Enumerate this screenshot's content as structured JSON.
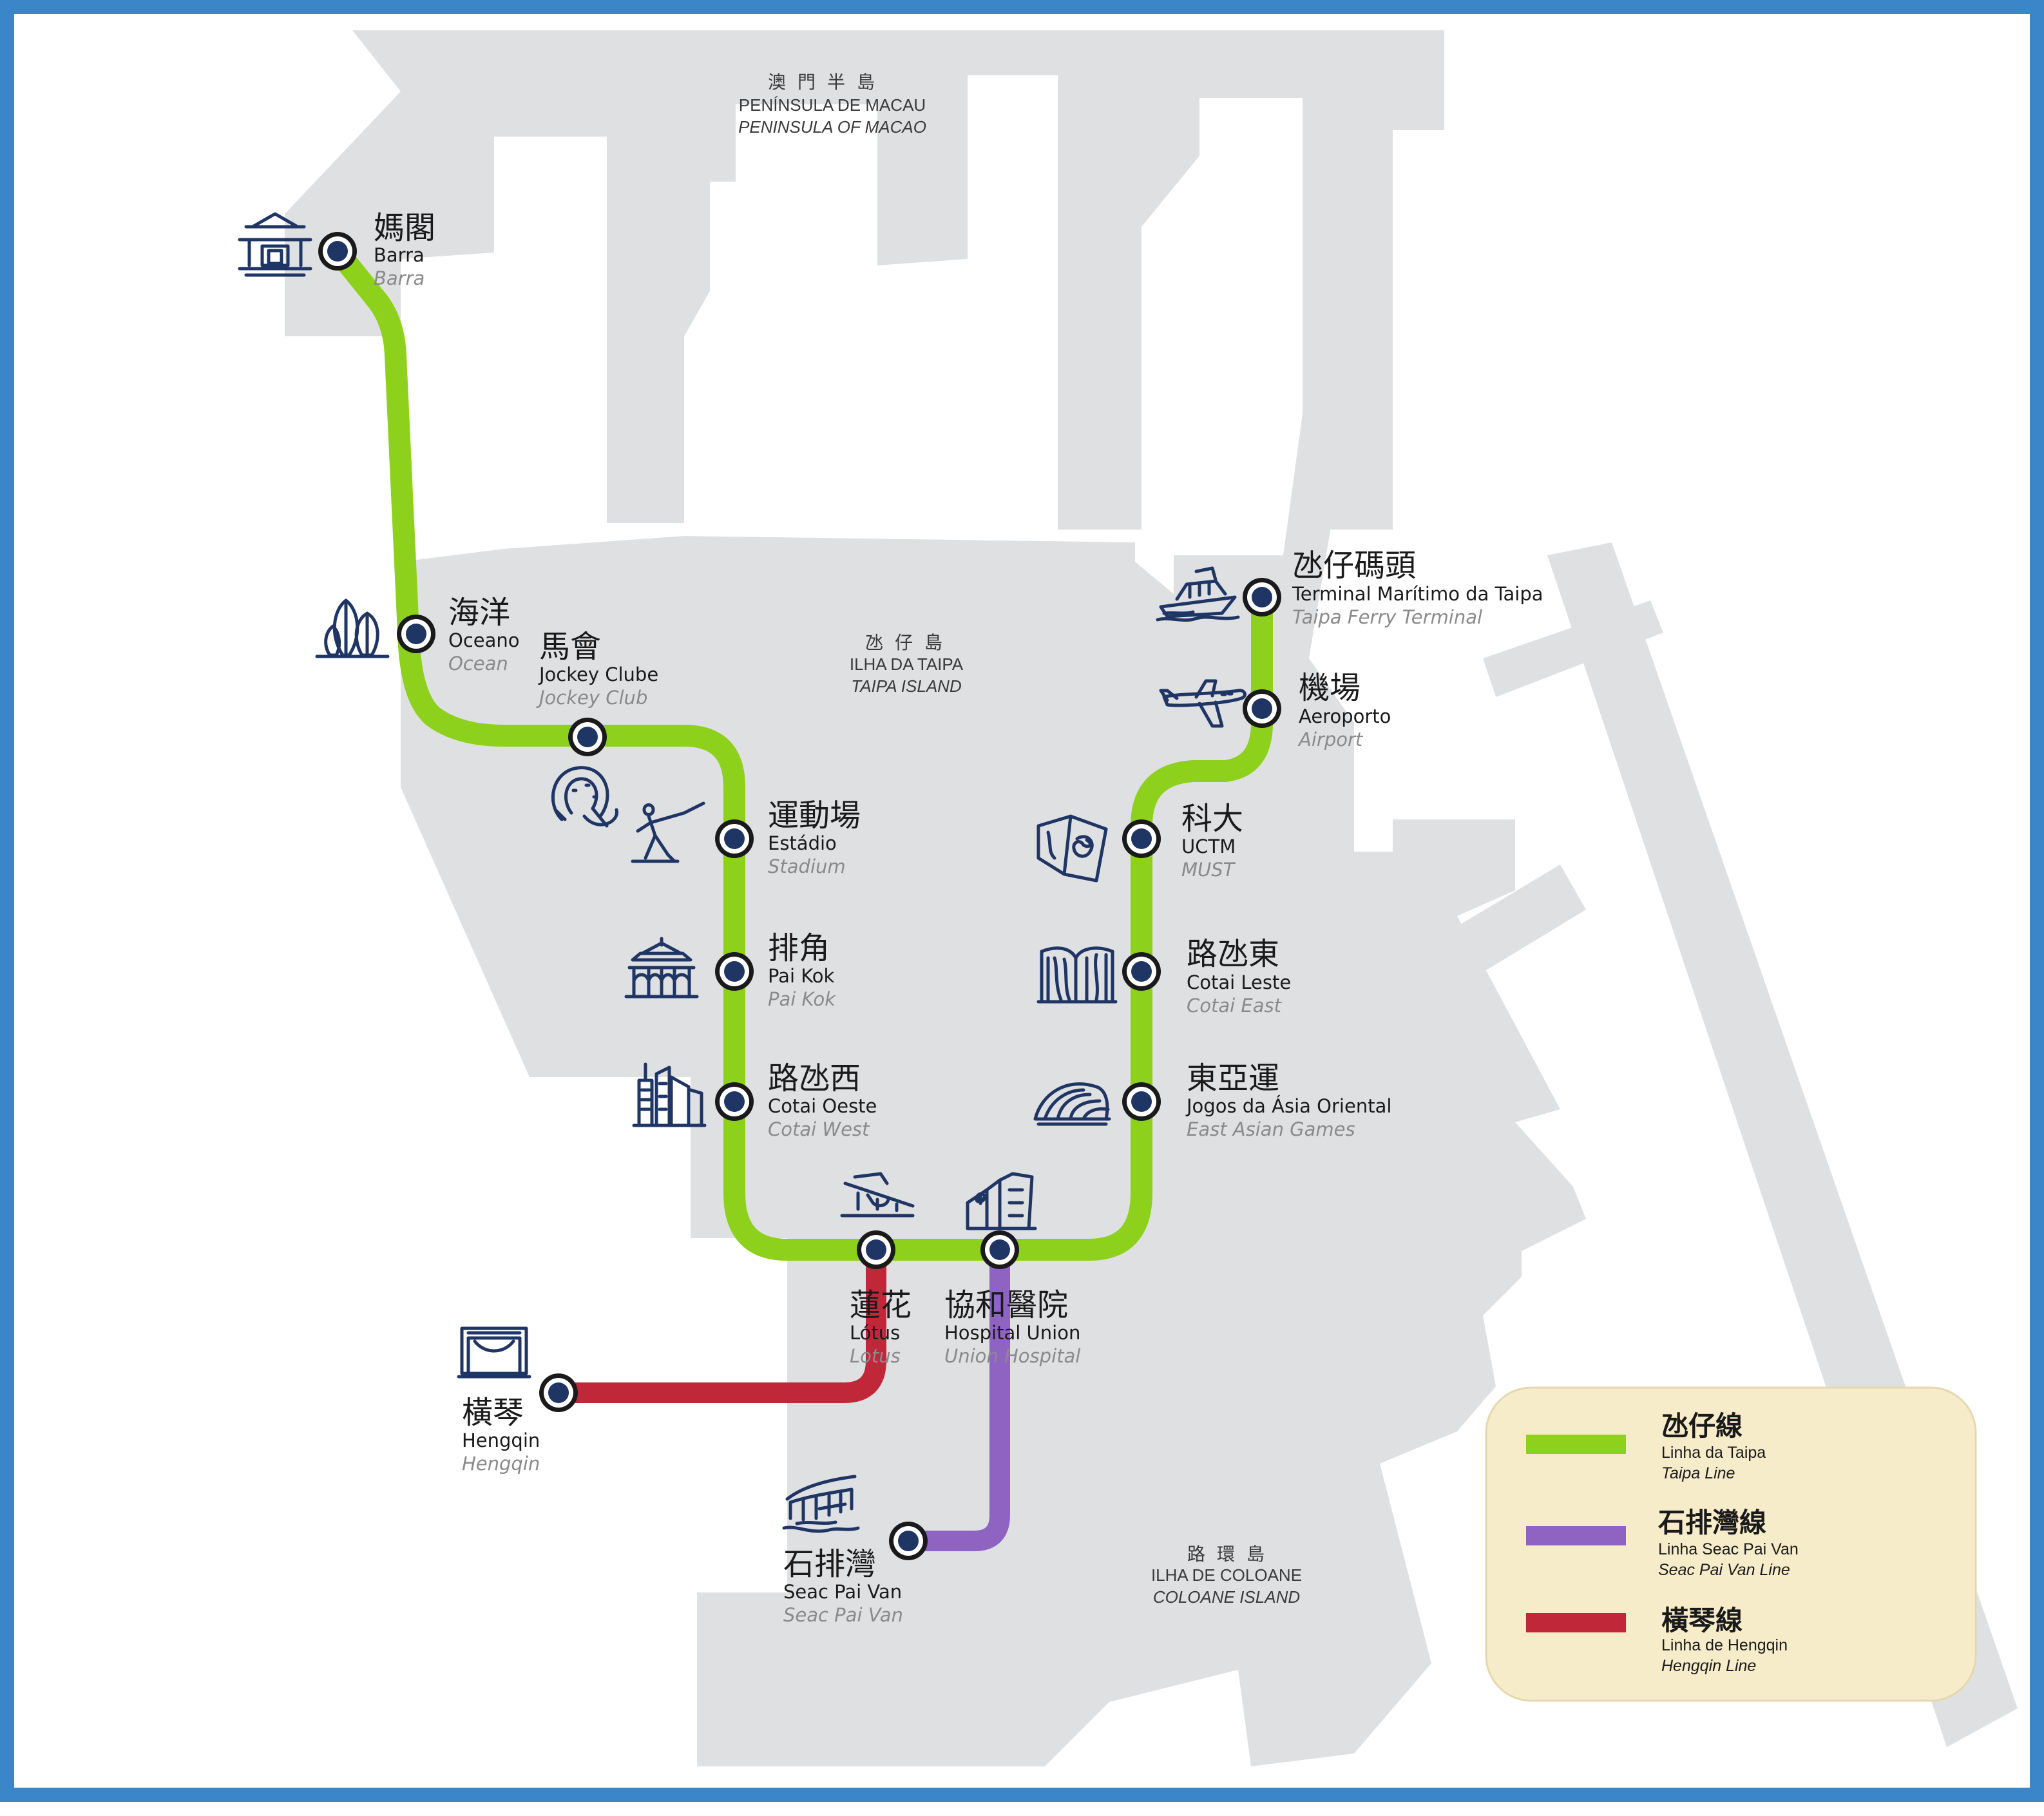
{
  "colors": {
    "border": "#3a86c8",
    "land": "#dfe0e2",
    "taipa_line": "#8ed11c",
    "seac_pai_van_line": "#8e63c2",
    "hengqin_line": "#c0283a",
    "station_fill": "#1f3564",
    "legend_bg": "#f7ecc9"
  },
  "areas": {
    "peninsula": {
      "zh": "澳門半島",
      "pt": "PENÍNSULA DE MACAU",
      "en": "PENINSULA OF MACAO"
    },
    "taipa": {
      "zh": "氹仔島",
      "pt": "ILHA DA TAIPA",
      "en": "TAIPA ISLAND"
    },
    "coloane": {
      "zh": "路環島",
      "pt": "ILHA DE COLOANE",
      "en": "COLOANE ISLAND"
    }
  },
  "stations": {
    "barra": {
      "zh": "媽閣",
      "pt": "Barra",
      "en": "Barra",
      "icon": "a-ma-temple-icon"
    },
    "oceano": {
      "zh": "海洋",
      "pt": "Oceano",
      "en": "Ocean",
      "icon": "ocean-towers-icon"
    },
    "jockey": {
      "zh": "馬會",
      "pt": "Jockey Clube",
      "en": "Jockey Club",
      "icon": "horseshoe-icon"
    },
    "estadio": {
      "zh": "運動場",
      "pt": "Estádio",
      "en": "Stadium",
      "icon": "fencer-icon"
    },
    "paikok": {
      "zh": "排角",
      "pt": "Pai Kok",
      "en": "Pai Kok",
      "icon": "pavilion-icon"
    },
    "cotaiwest": {
      "zh": "路氹西",
      "pt": "Cotai Oeste",
      "en": "Cotai West",
      "icon": "skyscrapers-icon"
    },
    "lotus": {
      "zh": "蓮花",
      "pt": "Lótus",
      "en": "Lotus",
      "icon": "lotus-bridge-icon"
    },
    "union": {
      "zh": "協和醫院",
      "pt": "Hospital Union",
      "en": "Union Hospital",
      "icon": "hospital-icon"
    },
    "ferry": {
      "zh": "氹仔碼頭",
      "pt": "Terminal Marítimo da Taipa",
      "en": "Taipa Ferry Terminal",
      "icon": "ferry-icon"
    },
    "airport": {
      "zh": "機場",
      "pt": "Aeroporto",
      "en": "Airport",
      "icon": "airplane-icon"
    },
    "uctm": {
      "zh": "科大",
      "pt": "UCTM",
      "en": "MUST",
      "icon": "university-book-icon"
    },
    "cotaieast": {
      "zh": "路氹東",
      "pt": "Cotai Leste",
      "en": "Cotai East",
      "icon": "open-book-building-icon"
    },
    "eastasian": {
      "zh": "東亞運",
      "pt": "Jogos da Ásia Oriental",
      "en": "East Asian Games",
      "icon": "dome-arena-icon"
    },
    "hengqin": {
      "zh": "橫琴",
      "pt": "Hengqin",
      "en": "Hengqin",
      "icon": "border-gate-icon"
    },
    "seacpaivan": {
      "zh": "石排灣",
      "pt": "Seac Pai Van",
      "en": "Seac Pai Van",
      "icon": "residential-icon"
    }
  },
  "legend": [
    {
      "zh": "氹仔線",
      "pt": "Linha da Taipa",
      "en": "Taipa Line",
      "color": "#8ed11c"
    },
    {
      "zh": "石排灣線",
      "pt": "Linha Seac Pai Van",
      "en": "Seac Pai Van Line",
      "color": "#8e63c2"
    },
    {
      "zh": "橫琴線",
      "pt": "Linha de Hengqin",
      "en": "Hengqin Line",
      "color": "#c0283a"
    }
  ]
}
